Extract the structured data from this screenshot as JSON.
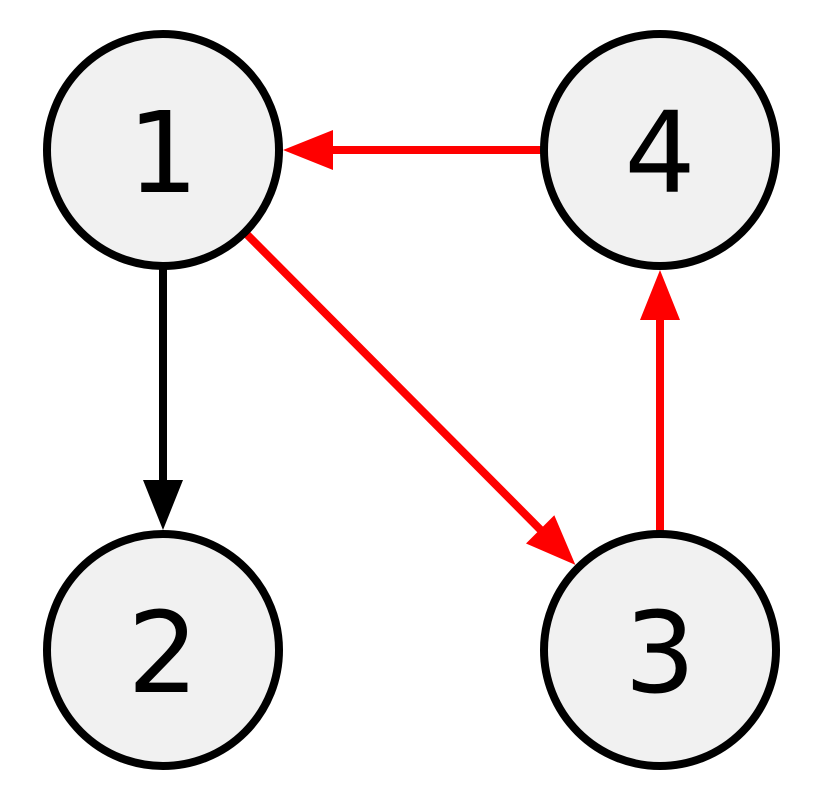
{
  "nodes": [
    {
      "id": "1",
      "label": "1"
    },
    {
      "id": "2",
      "label": "2"
    },
    {
      "id": "3",
      "label": "3"
    },
    {
      "id": "4",
      "label": "4"
    }
  ],
  "edges": [
    {
      "from": "1",
      "to": "2",
      "color": "#000000",
      "highlighted": false
    },
    {
      "from": "1",
      "to": "3",
      "color": "#ff0000",
      "highlighted": true
    },
    {
      "from": "3",
      "to": "4",
      "color": "#ff0000",
      "highlighted": true
    },
    {
      "from": "4",
      "to": "1",
      "color": "#ff0000",
      "highlighted": true
    }
  ],
  "colors": {
    "node_fill": "#f1f1f1",
    "node_stroke": "#000000",
    "highlight": "#ff0000",
    "default_edge": "#000000"
  }
}
